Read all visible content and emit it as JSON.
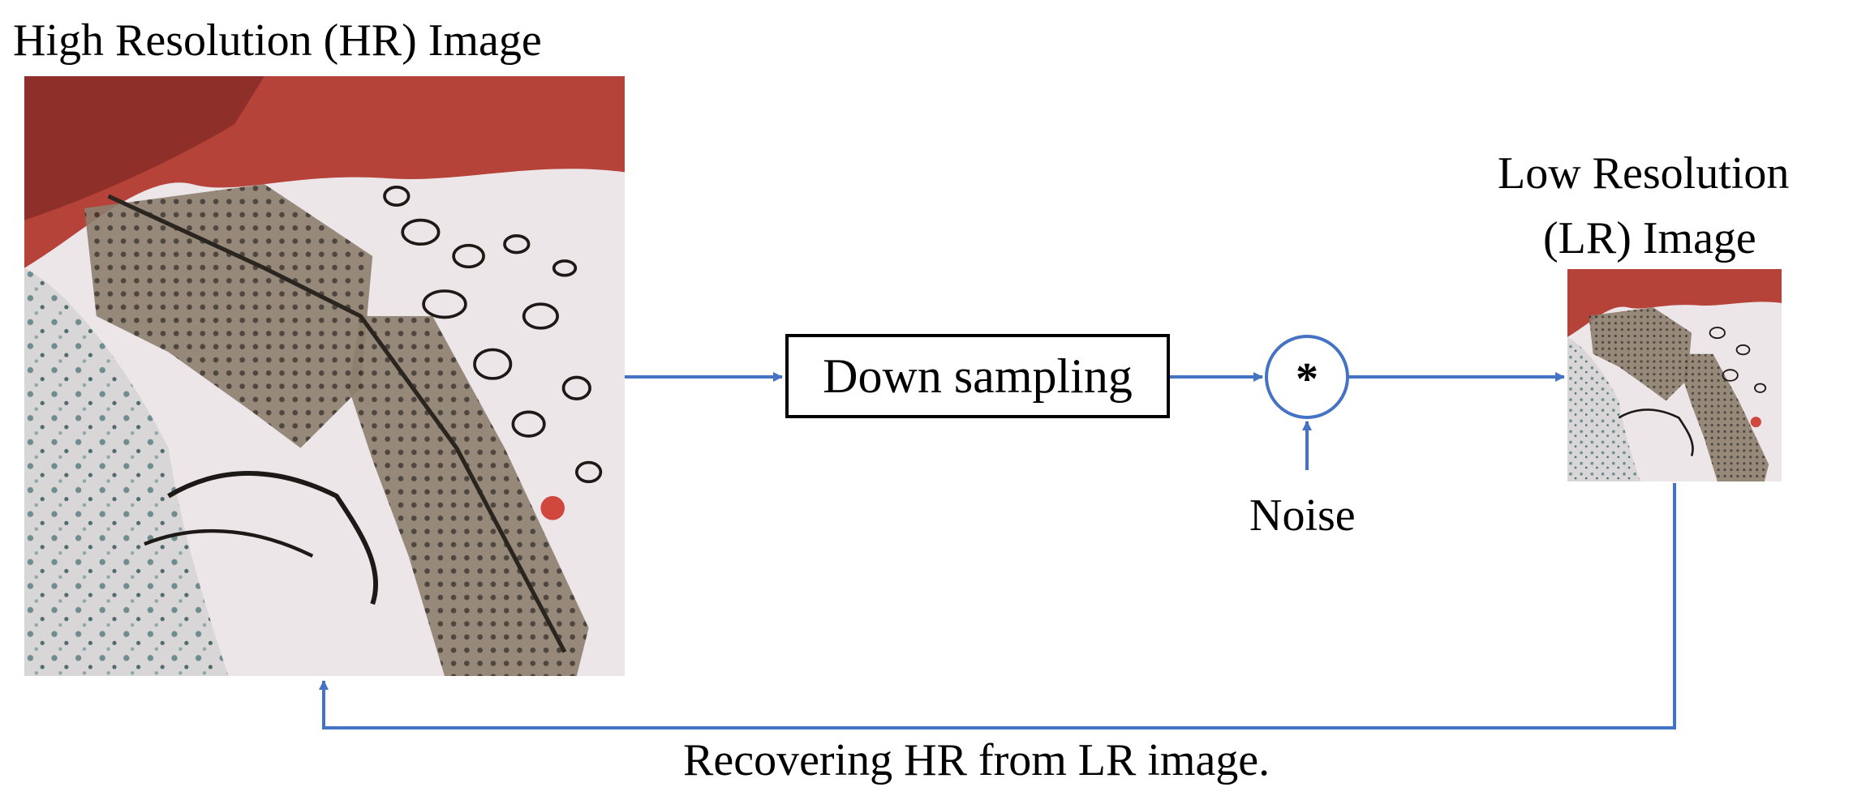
{
  "hr_image": {
    "title": "High Resolution (HR) Image"
  },
  "lr_image": {
    "title_line1": "Low Resolution",
    "title_line2": "(LR) Image"
  },
  "process": {
    "downsampling_label": "Down sampling",
    "operator_symbol": "*",
    "noise_label": "Noise"
  },
  "feedback": {
    "caption": "Recovering HR from LR image."
  },
  "colors": {
    "arrow": "#4472C4",
    "box_border": "#000000",
    "text": "#000000",
    "tissue_red": "#B5433A",
    "tissue_pale": "#E9E3E6",
    "tissue_dark": "#5E5448"
  }
}
